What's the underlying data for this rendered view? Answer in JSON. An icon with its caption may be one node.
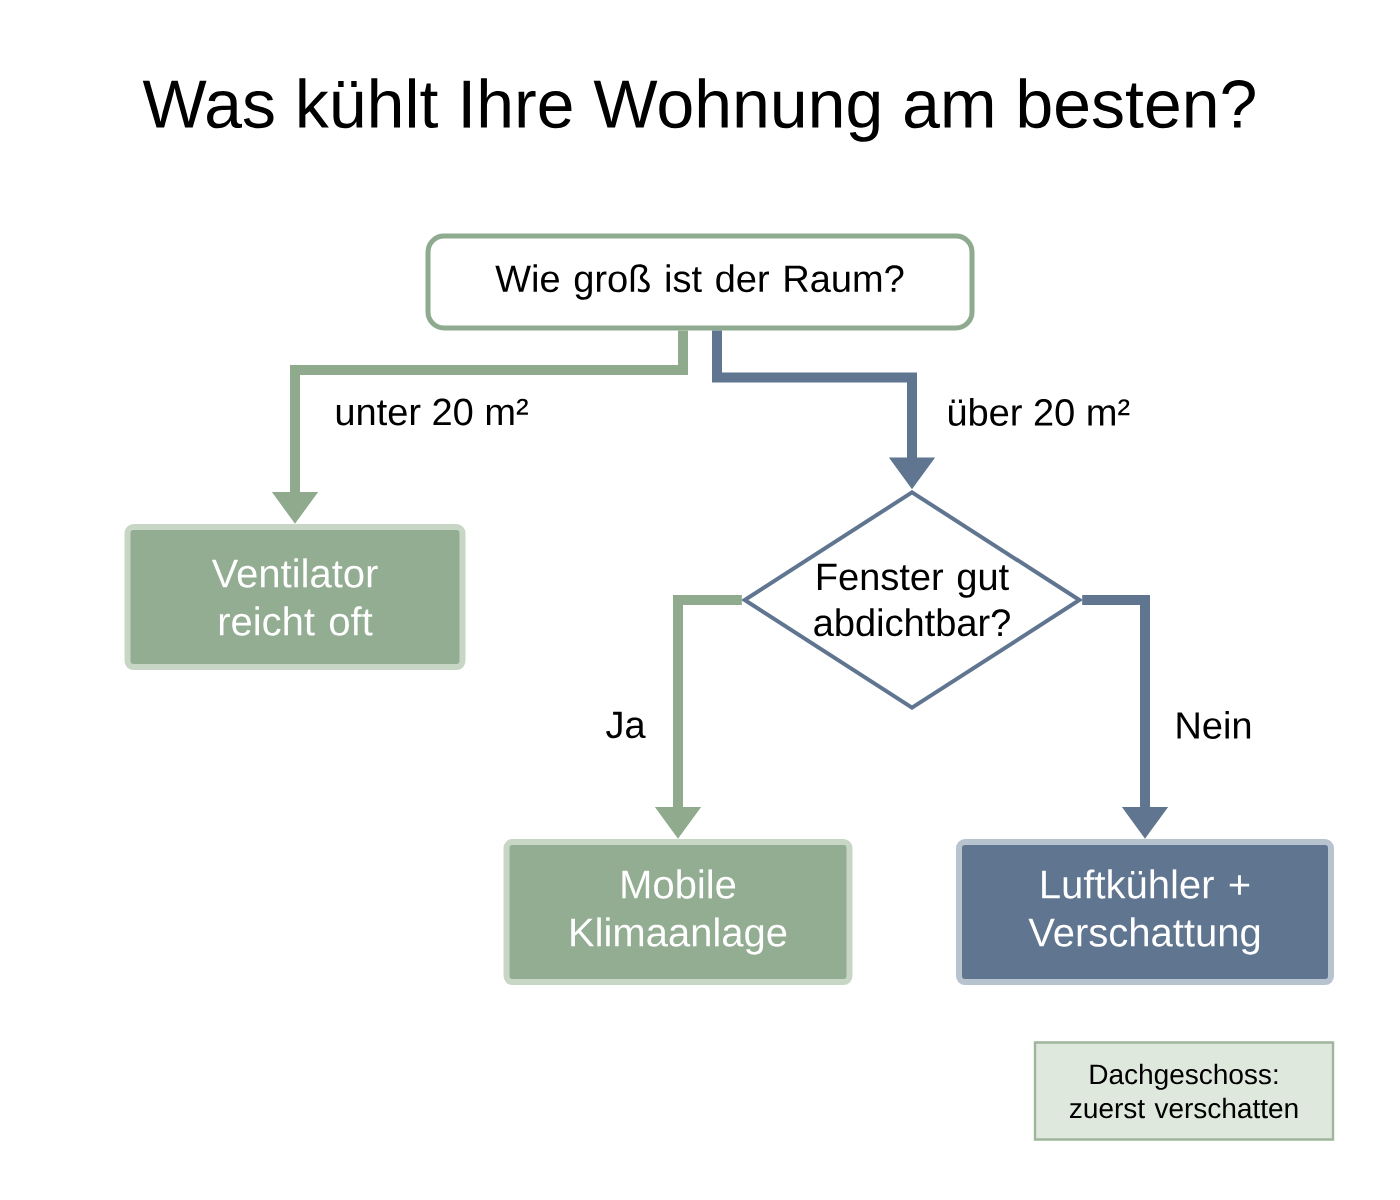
{
  "diagram": {
    "title": "Was kühlt Ihre Wohnung am besten?",
    "nodes": [
      {
        "text": [
          "Wie groß ist der Raum?"
        ]
      },
      {
        "text": [
          "Ventilator reicht oft"
        ]
      },
      {
        "text": [
          "Fenster gut abdichtbar?"
        ]
      },
      {
        "text": [
          "Mobile Klimaanlage"
        ]
      },
      {
        "text": [
          "Luftkühler + Verschattung"
        ]
      },
      {
        "text": [
          "Dachgeschoss: zuerst verschatten"
        ]
      }
    ],
    "edges": [
      {
        "from": 0,
        "to": 1,
        "arrow": "to",
        "label": "unter 20 m²",
        "color": "#90aa8e"
      },
      {
        "from": 0,
        "to": 2,
        "arrow": "to",
        "label": "über 20 m²",
        "color": "#5f7590"
      },
      {
        "from": 2,
        "to": 3,
        "arrow": "to",
        "label": "Ja",
        "color": "#90aa8e"
      },
      {
        "from": 2,
        "to": 4,
        "arrow": "to",
        "label": "Nein",
        "color": "#5f7590"
      }
    ]
  }
}
